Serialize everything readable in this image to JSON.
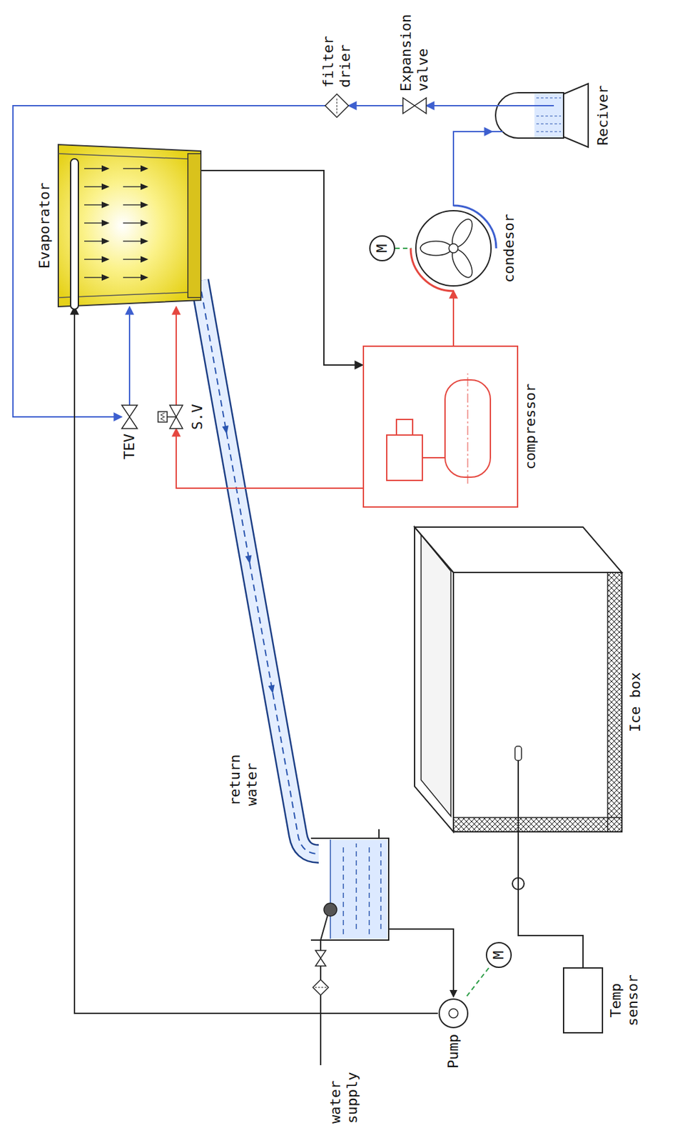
{
  "diagram": {
    "nodes": [
      {
        "text": [
          "Evaporator"
        ]
      },
      {
        "text": [
          "TEV"
        ]
      },
      {
        "text": [
          "S.V"
        ]
      },
      {
        "text": [
          "compressor"
        ]
      },
      {
        "text": [
          "M"
        ]
      },
      {
        "text": [
          "condesor"
        ]
      },
      {
        "text": [
          "Reciver"
        ]
      },
      {
        "text": [
          "Expansion valve"
        ]
      },
      {
        "text": [
          "filter drier"
        ]
      },
      {
        "text": [
          "Pump"
        ]
      },
      {
        "text": [
          "M"
        ]
      },
      {
        "text": [
          "Ice box"
        ]
      },
      {
        "text": [
          "Temp sensor"
        ]
      }
    ],
    "edges": [
      {
        "from": 3,
        "to": 2,
        "arrow": "to"
      },
      {
        "from": 2,
        "to": 0,
        "arrow": "to"
      },
      {
        "from": 3,
        "to": 5,
        "arrow": "to"
      },
      {
        "from": 5,
        "to": 6,
        "arrow": "to"
      },
      {
        "from": 6,
        "to": 7,
        "arrow": "to"
      },
      {
        "from": 7,
        "to": 8,
        "arrow": "to"
      },
      {
        "from": 8,
        "to": 1,
        "arrow": "to"
      },
      {
        "from": 1,
        "to": 0,
        "arrow": "to"
      },
      {
        "from": 0,
        "to": 3,
        "arrow": "to"
      },
      {
        "from": 4,
        "to": 5,
        "arrow": "none"
      },
      {
        "from": 9,
        "to": 0,
        "arrow": "to"
      },
      {
        "from": 10,
        "to": 9,
        "arrow": "none"
      },
      {
        "from": 11,
        "to": 12,
        "arrow": "none"
      }
    ],
    "labels": [
      "water supply",
      "return water"
    ]
  }
}
